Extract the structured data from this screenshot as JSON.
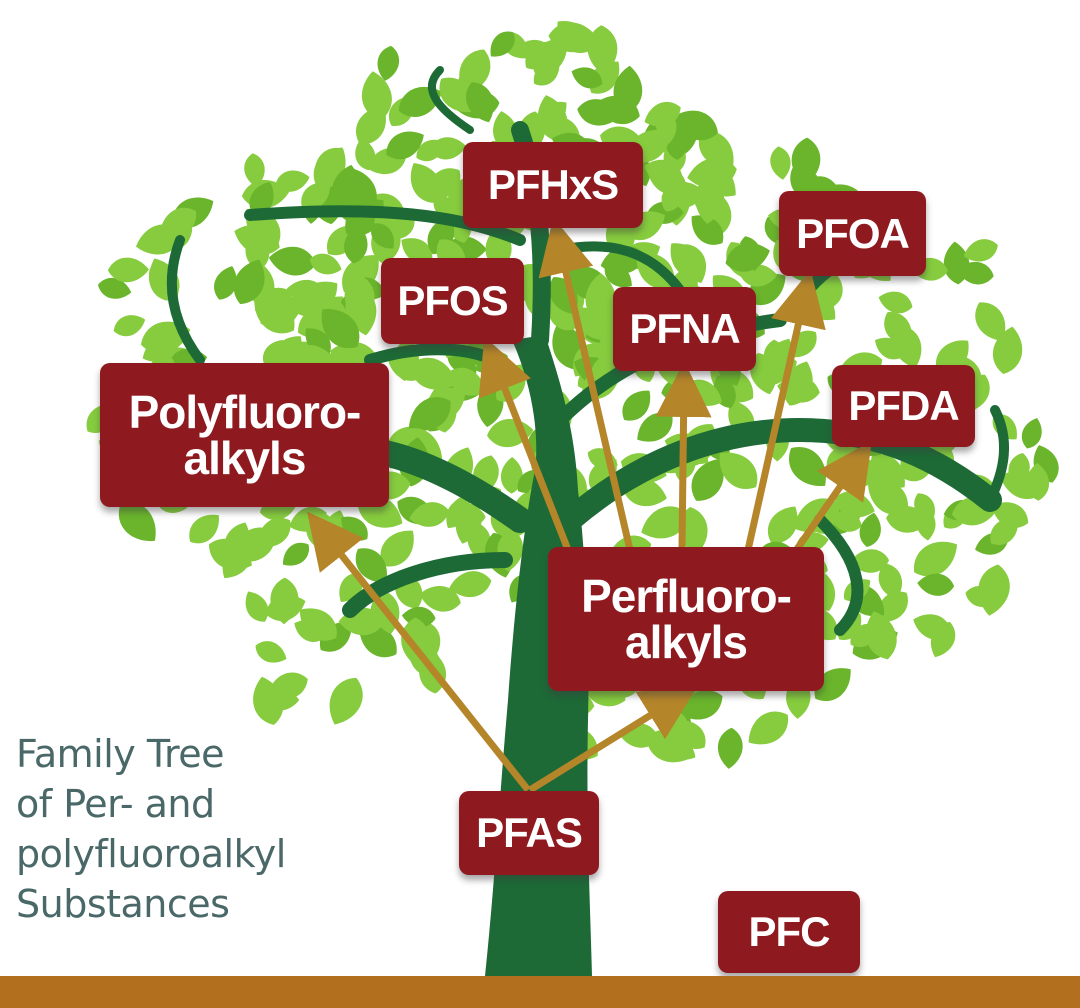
{
  "diagram": {
    "colors": {
      "leaf": "#86cc3e",
      "leaf_dark": "#6ab52c",
      "trunk": "#1d6a37",
      "label_bg": "#8e1a1f",
      "label_text": "#ffffff",
      "arrow": "#b5852a",
      "ground": "#b2701f",
      "caption": "#4a6868"
    },
    "labels": {
      "pfhxs": "PFHxS",
      "pfoa": "PFOA",
      "pfos": "PFOS",
      "pfna": "PFNA",
      "pfda": "PFDA",
      "polyfluoroalkyls": "Polyfluoro-\nalkyls",
      "perfluoroalkyls": "Perfluoro-\nalkyls",
      "pfas": "PFAS",
      "pfc": "PFC"
    },
    "caption": {
      "line1": "Family Tree",
      "line2": "of Per- and",
      "line3": "polyfluoroalkyl",
      "line4": "Substances"
    },
    "edges": [
      {
        "from": "PFAS",
        "to": "Polyfluoro-alkyls"
      },
      {
        "from": "PFAS",
        "to": "Perfluoro-alkyls"
      },
      {
        "from": "Perfluoro-alkyls",
        "to": "PFOS"
      },
      {
        "from": "Perfluoro-alkyls",
        "to": "PFHxS"
      },
      {
        "from": "Perfluoro-alkyls",
        "to": "PFNA"
      },
      {
        "from": "Perfluoro-alkyls",
        "to": "PFOA"
      },
      {
        "from": "Perfluoro-alkyls",
        "to": "PFDA"
      }
    ]
  }
}
